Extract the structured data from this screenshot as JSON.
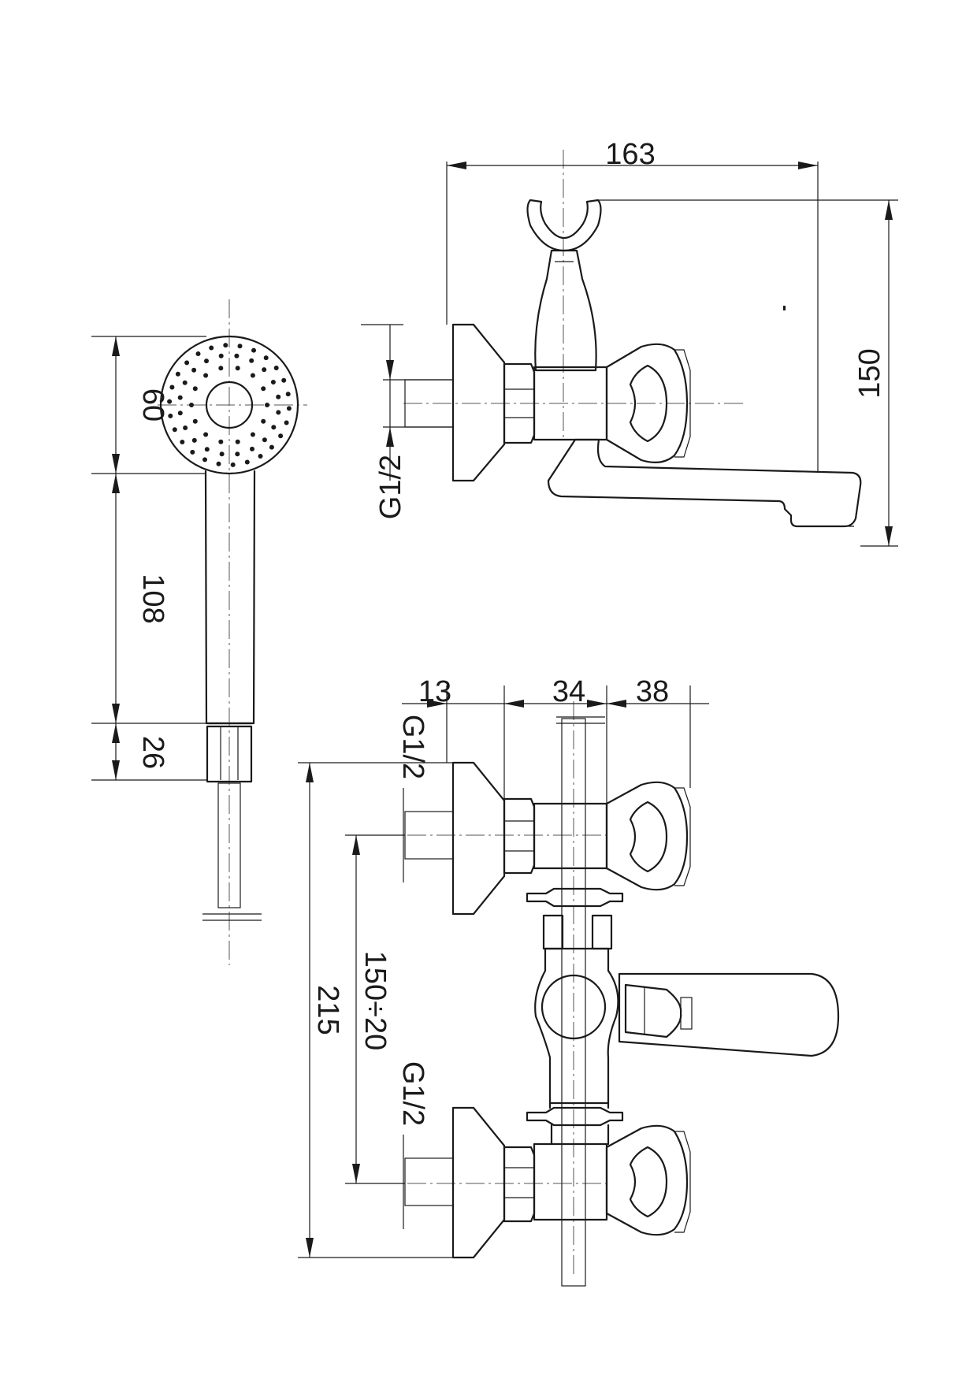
{
  "views": {
    "hand_shower": {
      "dim_head": "60",
      "dim_handle": "108",
      "dim_connector": "26"
    },
    "side_view": {
      "dim_width": "163",
      "dim_height": "150",
      "thread": "G1/2"
    },
    "front_view": {
      "dim_left": "13",
      "dim_mid": "34",
      "dim_right": "38",
      "dim_total": "215",
      "dim_spacing": "150÷20",
      "thread_top": "G1/2",
      "thread_bottom": "G1/2"
    }
  }
}
